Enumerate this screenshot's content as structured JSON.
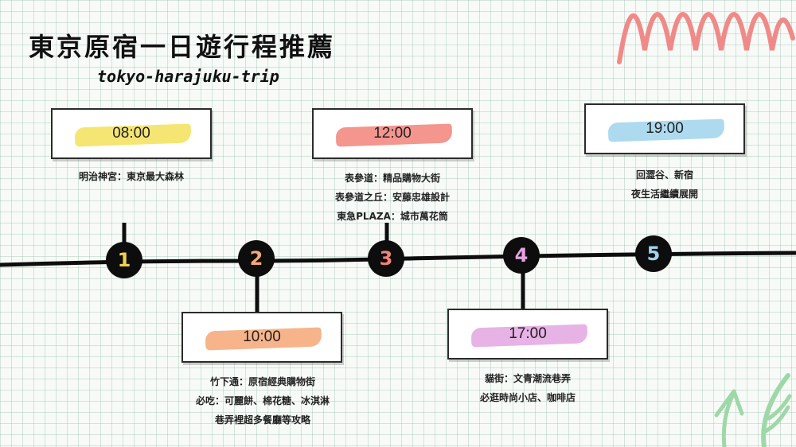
{
  "header": {
    "title": "東京原宿一日遊行程推薦",
    "subtitle": "tokyo-harajuku-trip"
  },
  "colors": {
    "yellow": "#f3e05a",
    "salmon": "#f2837a",
    "orange": "#f6a777",
    "lilac": "#e3a4e0",
    "skyblue": "#9fd4ec",
    "node_text": [
      "#f2d24b",
      "#f6a777",
      "#f2837a",
      "#e3a4e0",
      "#9fd4ec"
    ]
  },
  "stops": [
    {
      "number": "1",
      "time": "08:00",
      "lines": [
        "明治神宮：東京最大森林"
      ]
    },
    {
      "number": "2",
      "time": "10:00",
      "lines": [
        "竹下通：原宿經典購物街",
        "必吃：可麗餅、棉花糖、冰淇淋",
        "巷弄裡超多餐廳等攻略"
      ]
    },
    {
      "number": "3",
      "time": "12:00",
      "lines": [
        "表參道：精品購物大街",
        "表參道之丘：安藤忠雄設計",
        "東急PLAZA：城市萬花筒"
      ]
    },
    {
      "number": "4",
      "time": "17:00",
      "lines": [
        "貓街：文青潮流巷弄",
        "必逛時尚小店、咖啡店"
      ]
    },
    {
      "number": "5",
      "time": "19:00",
      "lines": [
        "回澀谷、新宿",
        "夜生活繼續展開"
      ]
    }
  ]
}
